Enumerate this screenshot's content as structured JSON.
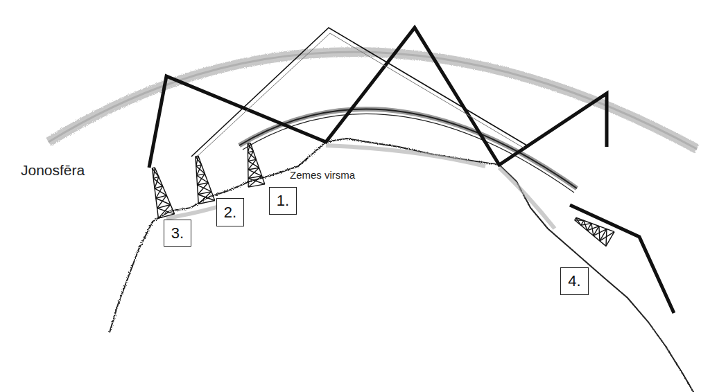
{
  "diagram": {
    "nodes": [
      {
        "text": [
          "1."
        ]
      },
      {
        "text": [
          "2."
        ]
      },
      {
        "text": [
          "3."
        ]
      },
      {
        "text": [
          "4."
        ]
      }
    ],
    "labels": [
      "Jonosfēra",
      "Zemes virsma"
    ]
  }
}
